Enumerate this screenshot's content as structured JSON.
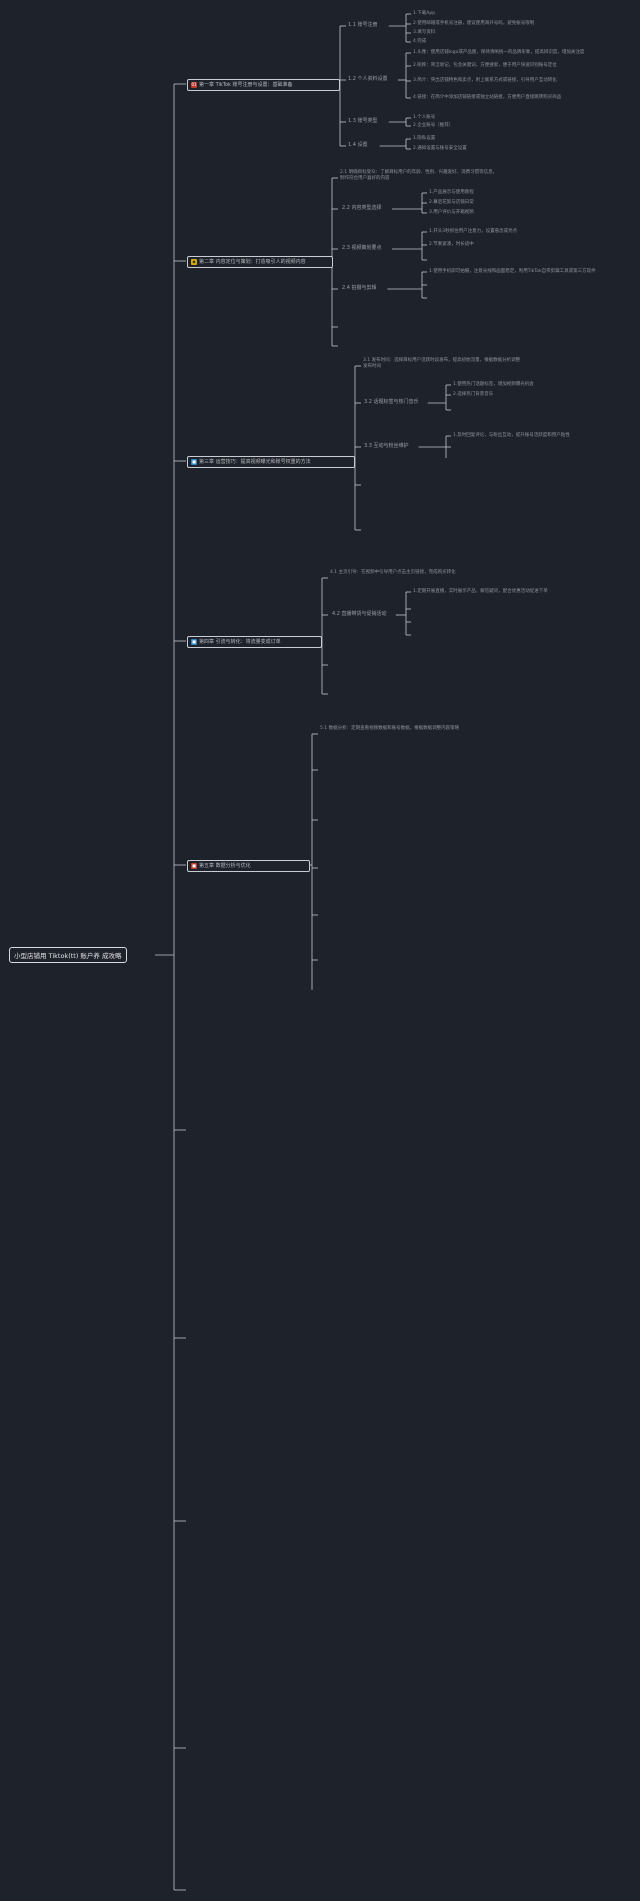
{
  "root": {
    "label": "小型店铺用 Tiktok(tt) 账户养 成攻略"
  },
  "topics": [
    {
      "badge": "01",
      "badge_color": "red",
      "label": "第一章 TikTok 账号注册与设置：基础准备",
      "children": [
        {
          "label": "1.1 账号注册",
          "items": [
            "1.下载App",
            "2.使用邮箱或手机号注册，建议使用海外号码，避免账号限制",
            "3.填写资料",
            "4.完成"
          ]
        },
        {
          "label": "1.2 个人资料设置",
          "items": [
            "1.头像：使用店铺logo或产品图，保持清晰统一的品牌形象，提高辨识度，增加关注度",
            "2.昵称：简洁易记，包含关键词，方便搜索，便于用户快速识别账号定位",
            "3.简介：突出店铺特色和卖点，附上联系方式或链接，引导用户互动转化",
            "4.链接：在简介中添加店铺链接或独立站链接，方便用户直接跳转购买商品"
          ]
        },
        {
          "label": "1.3 账号类型",
          "items": [
            "1.个人账号",
            "2.企业账号（推荐）"
          ]
        },
        {
          "label": "1.4 设置",
          "items": [
            "1.隐私设置",
            "2.通知设置与账号安全设置"
          ]
        }
      ]
    },
    {
      "badge": "◆",
      "badge_color": "yellow",
      "label": "第二章 内容定位与策划：打造吸引人的视频内容",
      "intro": "2.1 明确目标受众：了解目标用户的年龄、性别、兴趣爱好、消费习惯等信息，制作符合用户喜好的内容",
      "children": [
        {
          "label": "2.2 内容类型选择",
          "items": [
            "1.产品展示与使用教程",
            "2.幕后花絮与店铺日常",
            "3.用户评价与开箱视频"
          ]
        },
        {
          "label": "2.3 视频策划要点",
          "items": [
            "1.开头3秒抓住用户注意力，设置悬念或亮点",
            "2.节奏紧凑，时长适中",
            ""
          ]
        },
        {
          "label": "2.4 拍摄与剪辑",
          "items": [
            "1.使用手机即可拍摄，注意光线和画面稳定，利用TikTok自带剪辑工具或第三方软件",
            "",
            ""
          ]
        },
        {
          "label": "",
          "items": []
        },
        {
          "label": "",
          "items": []
        }
      ]
    },
    {
      "badge": "■",
      "badge_color": "blue",
      "label": "第三章 运营技巧：提高视频曝光和账号权重的方法",
      "intro": "3.1 发布时间：选择目标用户活跃时段发布，提高初始流量，根据数据分析调整发布时间",
      "children": [
        {
          "label": "3.2 话题标签与热门音乐",
          "items": [
            "1.使用热门话题标签，增加视频曝光机会",
            "2.选择热门背景音乐",
            ""
          ]
        },
        {
          "label": "3.3 互动与粉丝维护",
          "items": [
            "1.及时回复评论，与粉丝互动，提升账号活跃度和用户粘性",
            ""
          ]
        },
        {
          "label": "",
          "items": []
        },
        {
          "label": "",
          "items": []
        }
      ]
    },
    {
      "badge": "■",
      "badge_color": "blue",
      "label": "第四章 引流与转化：将流量变成订单",
      "intro": "4.1 主页引导：在视频中引导用户点击主页链接，完成购买转化",
      "children": [
        {
          "label": "4.2 直播带货与促销活动",
          "items": [
            "1.定期开展直播，实时展示产品，解答疑问，配合优惠活动促进下单",
            "",
            "",
            ""
          ]
        },
        {
          "label": "",
          "items": []
        },
        {
          "label": "",
          "items": []
        }
      ]
    },
    {
      "badge": "■",
      "badge_color": "red",
      "label": "第五章 数据分析与优化",
      "intro": "5.1 数据分析：定期查看视频数据和账号数据，根据数据调整内容策略",
      "children": [
        {
          "label": "",
          "items": []
        },
        {
          "label": "",
          "items": []
        },
        {
          "label": "",
          "items": []
        },
        {
          "label": "",
          "items": []
        },
        {
          "label": "",
          "items": []
        }
      ]
    },
    {
      "badge": "",
      "badge_color": "",
      "label": "",
      "children": []
    },
    {
      "badge": "",
      "badge_color": "",
      "label": "",
      "children": []
    },
    {
      "badge": "",
      "badge_color": "",
      "label": "",
      "children": []
    },
    {
      "badge": "",
      "badge_color": "",
      "label": "",
      "children": []
    },
    {
      "badge": "",
      "badge_color": "",
      "label": "",
      "children": []
    }
  ]
}
